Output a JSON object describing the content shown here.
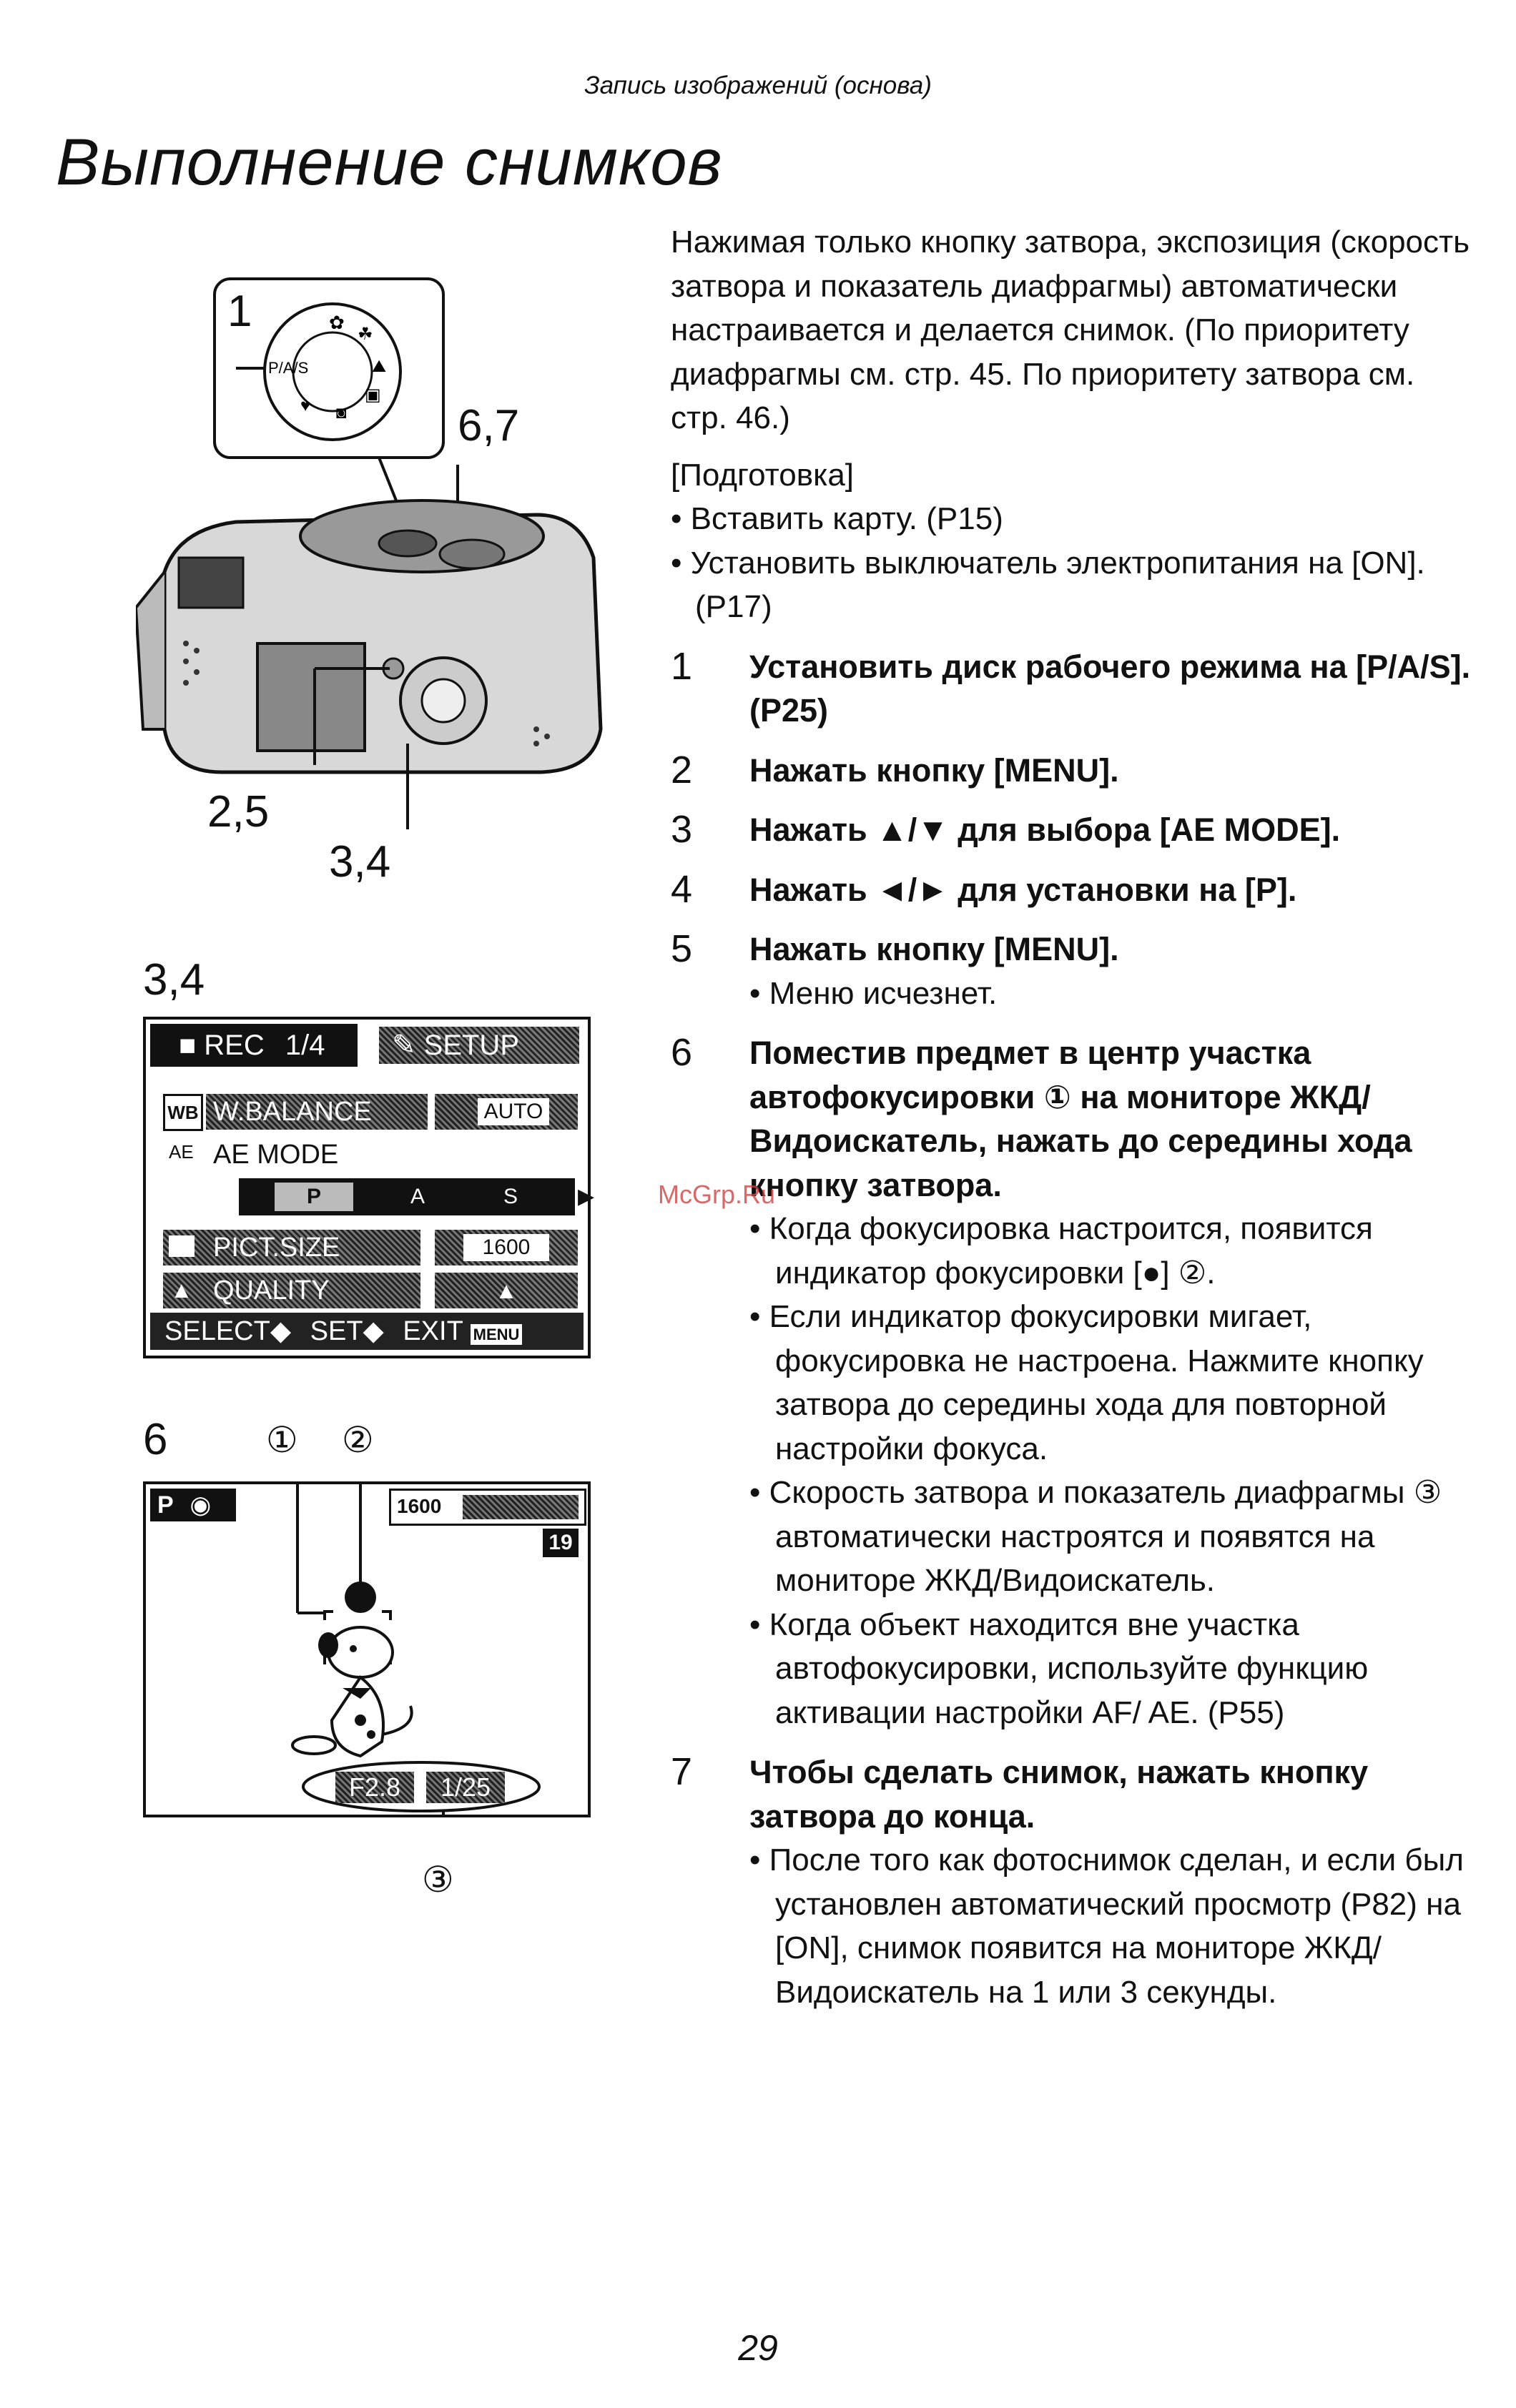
{
  "header": "Запись изображений (основа)",
  "title": "Выполнение снимков",
  "intro": "Нажимая только кнопку затвора, экспозиция (скорость затвора и показатель диафрагмы) автоматически настраивается и делается снимок. (По приоритету диафрагмы см. стр. 45. По приоритету затвора см. стр. 46.)",
  "prep": {
    "heading": "[Подготовка]",
    "items": [
      "Вставить карту. (P15)",
      "Установить выключатель электропитания на [ON]. (P17)"
    ]
  },
  "steps": [
    {
      "num": "1",
      "title": "Установить диск рабочего режима на [P/A/S]. (P25)",
      "bullets": []
    },
    {
      "num": "2",
      "title": "Нажать кнопку [MENU].",
      "bullets": []
    },
    {
      "num": "3",
      "title": "Нажать ▲/▼ для выбора [AE MODE].",
      "bullets": []
    },
    {
      "num": "4",
      "title": "Нажать ◄/► для установки на [P].",
      "bullets": []
    },
    {
      "num": "5",
      "title": "Нажать кнопку [MENU].",
      "bullets": [
        "Меню исчезнет."
      ]
    },
    {
      "num": "6",
      "title": "Поместив предмет в центр участка автофокусировки ① на мониторе ЖКД/Видоискатель, нажать до середины хода кнопку затвора.",
      "bullets": [
        "Когда фокусировка настроится, появится индикатор фокусировки [●] ②.",
        "Если индикатор фокусировки мигает, фокусировка не настроена. Нажмите кнопку затвора до середины хода для повторной настройки фокуса.",
        "Скорость затвора и показатель диафрагмы ③ автоматически настроятся и появятся на мониторе ЖКД/Видоискатель.",
        "Когда объект находится вне участка автофокусировки, используйте функцию активации настройки AF/ AE. (P55)"
      ]
    },
    {
      "num": "7",
      "title": "Чтобы сделать снимок, нажать кнопку затвора до конца.",
      "bullets": [
        "После того как фотоснимок сделан, и если был установлен автоматический просмотр (P82) на [ON], снимок появится на мониторе ЖКД/Видоискатель на 1 или 3 секунды."
      ]
    }
  ],
  "figure_camera": {
    "labels": {
      "dial": "1",
      "shutter": "6,7",
      "menu": "2,5",
      "keys": "3,4"
    },
    "dial_mode": "P/A/S"
  },
  "figure_menu": {
    "label": "3,4",
    "tabs": {
      "rec": "REC",
      "rec_page": "1/4",
      "setup": "SETUP"
    },
    "rows": [
      {
        "icon": "WB",
        "name": "W.BALANCE",
        "value": "AUTO"
      },
      {
        "icon": "AE",
        "name": "AE MODE",
        "value": ""
      },
      {
        "icon": "",
        "name": "PICT.SIZE",
        "value": "1600"
      },
      {
        "icon": "",
        "name": "QUALITY",
        "value": ""
      }
    ],
    "ae_options": [
      "P",
      "A",
      "S"
    ],
    "footer": {
      "select": "SELECT",
      "set": "SET",
      "exit": "EXIT",
      "menu": "MENU"
    }
  },
  "figure_lcd": {
    "label": "6",
    "callouts": [
      "①",
      "②",
      "③"
    ],
    "mode": "P",
    "size": "1600",
    "count": "19",
    "aperture": "F2.8",
    "shutter": "1/25"
  },
  "watermark": "McGrp.Ru",
  "page_number": "29"
}
